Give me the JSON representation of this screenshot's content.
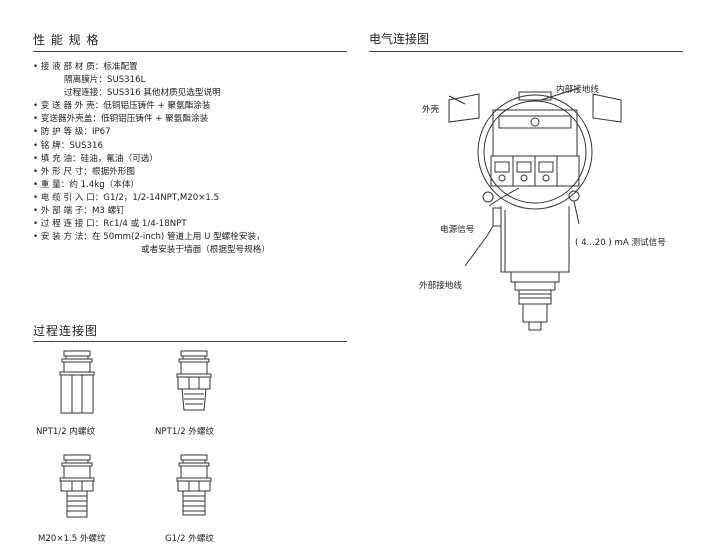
{
  "spec": {
    "title": "性 能 规 格",
    "rows": [
      {
        "label": "• 接 液 部 材 质：",
        "value": "标准配置"
      },
      {
        "label": "隔离膜片：",
        "value": "SUS316L",
        "indent": true
      },
      {
        "label": "过程连接：",
        "value": "SUS316  其他材质见选型说明",
        "indent": true
      },
      {
        "label": "• 变 送 器 外 壳：",
        "value": "低铜铝压铸件 + 聚氨酯涂装"
      },
      {
        "label": "• 变送器外壳盖：",
        "value": "低铜铝压铸件 + 聚氨酯涂装"
      },
      {
        "label": "• 防   护   等   级：",
        "value": "IP67"
      },
      {
        "label": "• 铭               牌：",
        "value": "SUS316"
      },
      {
        "label": "• 填       充       油：",
        "value": "硅油，氟油（可选）"
      },
      {
        "label": "• 外   形   尺   寸：",
        "value": "根据外形图"
      },
      {
        "label": "• 重               量：",
        "value": "约 1.4kg（本体）"
      },
      {
        "label": "• 电  缆  引  入  口：",
        "value": "G1/2，1/2-14NPT,M20×1.5"
      },
      {
        "label": "• 外   部   端   子：",
        "value": "M3 螺钉"
      },
      {
        "label": "• 过  程  连  接  口：",
        "value": "Rc1/4 或 1/4-18NPT"
      },
      {
        "label": "• 安   装   方   法：",
        "value": "在 50mm(2-inch) 管道上用 U 型螺栓安装，"
      },
      {
        "label": "",
        "value": "或者安装于墙面（根据型号规格）",
        "cont": true
      }
    ]
  },
  "process": {
    "title": "过程连接图",
    "fittings": [
      {
        "caption": "NPT1/2 内螺纹"
      },
      {
        "caption": "NPT1/2 外螺纹"
      },
      {
        "caption": "M20×1.5 外螺纹"
      },
      {
        "caption": "G1/2 外螺纹"
      }
    ]
  },
  "electrical": {
    "title": "电气连接图",
    "labels": {
      "internal_ground": "内部接地线",
      "housing": "外壳",
      "power_signal": "电源信号",
      "test_signal": "( 4...20 ) mA 测试信号",
      "external_ground": "外部接地线"
    }
  }
}
